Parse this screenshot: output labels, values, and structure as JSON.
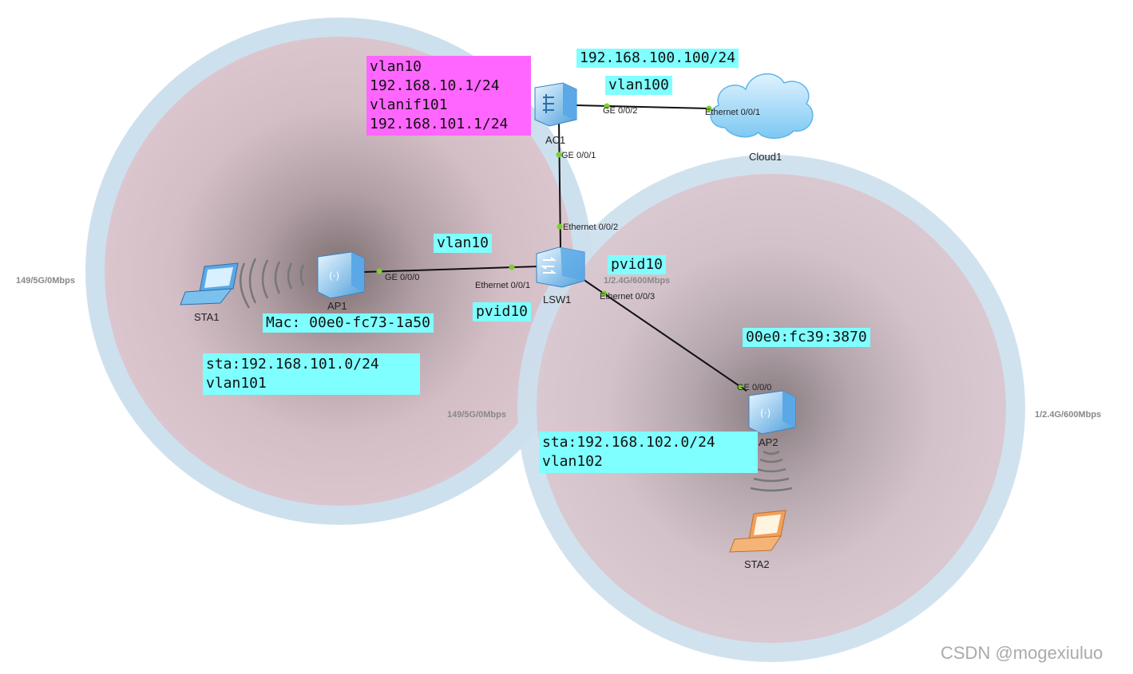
{
  "colors": {
    "coverage_outer": "#cde0ee",
    "coverage_inner_center": "#7a6a6c",
    "coverage_inner_edge": "#dcc4cc",
    "cable": "#111111",
    "port_dot": "#7cd12a",
    "label_cyan": "#7fffff",
    "label_magenta": "#ff66ff",
    "device_blue": "#5aa8e6",
    "laptop_orange": "#f0a05a"
  },
  "devices": {
    "ac1": {
      "name": "AC1",
      "icon": "access-controller-icon"
    },
    "lsw1": {
      "name": "LSW1",
      "icon": "switch-icon"
    },
    "ap1": {
      "name": "AP1",
      "icon": "access-point-icon"
    },
    "ap2": {
      "name": "AP2",
      "icon": "access-point-icon"
    },
    "sta1": {
      "name": "STA1",
      "icon": "laptop-icon"
    },
    "sta2": {
      "name": "STA2",
      "icon": "laptop-icon"
    },
    "cloud1": {
      "name": "Cloud1",
      "icon": "cloud-icon"
    }
  },
  "ports": {
    "ac1_ge002": "GE 0/0/2",
    "cloud1_eth001": "Ethernet 0/0/1",
    "ac1_ge001": "GE 0/0/1",
    "lsw1_eth002": "Ethernet 0/0/2",
    "lsw1_eth001": "Ethernet 0/0/1",
    "ap1_ge000": "GE 0/0/0",
    "lsw1_eth003": "Ethernet 0/0/3",
    "ap2_ge000": "GE 0/0/0"
  },
  "rates": {
    "ap1_left": "149/5G/0Mbps",
    "ap1_right": "149/5G/0Mbps",
    "ap2_left": "1/2.4G/600Mbps",
    "ap2_right": "1/2.4G/600Mbps"
  },
  "annotations": {
    "ac1_config": [
      "vlan10",
      "192.168.10.1/24",
      "vlanif101",
      "192.168.101.1/24"
    ],
    "cloud_ip": "192.168.100.100/24",
    "cloud_vlan": "vlan100",
    "ap1_link_vlan": "vlan10",
    "lsw1_pvid_right": "pvid10",
    "lsw1_pvid_left": "pvid10",
    "ap1_mac": "Mac: 00e0-fc73-1a50",
    "sta1_net": [
      "sta:192.168.101.0/24",
      "vlan101"
    ],
    "ap2_mac": "00e0:fc39:3870",
    "sta2_net": [
      "sta:192.168.102.0/24",
      "vlan102"
    ]
  },
  "watermark": "CSDN @mogexiuluo"
}
